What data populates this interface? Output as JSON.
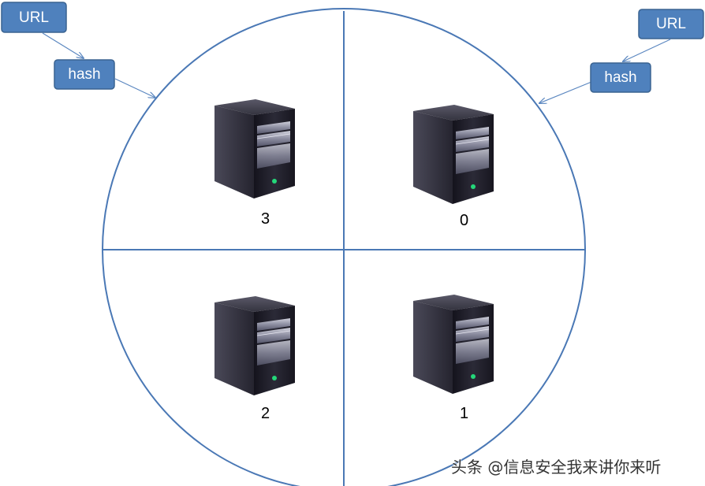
{
  "colors": {
    "circle": "#4a78b5",
    "box_fill": "#4f81bd",
    "box_border": "#3a6391",
    "box_text": "#ffffff",
    "arrow": "#5b87c0",
    "server_body": "#1e1d28",
    "server_side": "#3a3946",
    "server_light": "#24d87a"
  },
  "left_flow": {
    "url_label": "URL",
    "hash_label": "hash"
  },
  "right_flow": {
    "url_label": "URL",
    "hash_label": "hash"
  },
  "servers": [
    {
      "id": "3",
      "icon": "server-tower-icon"
    },
    {
      "id": "0",
      "icon": "server-tower-icon"
    },
    {
      "id": "2",
      "icon": "server-tower-icon"
    },
    {
      "id": "1",
      "icon": "server-tower-icon"
    }
  ],
  "watermark": "头条 @信息安全我来讲你来听"
}
